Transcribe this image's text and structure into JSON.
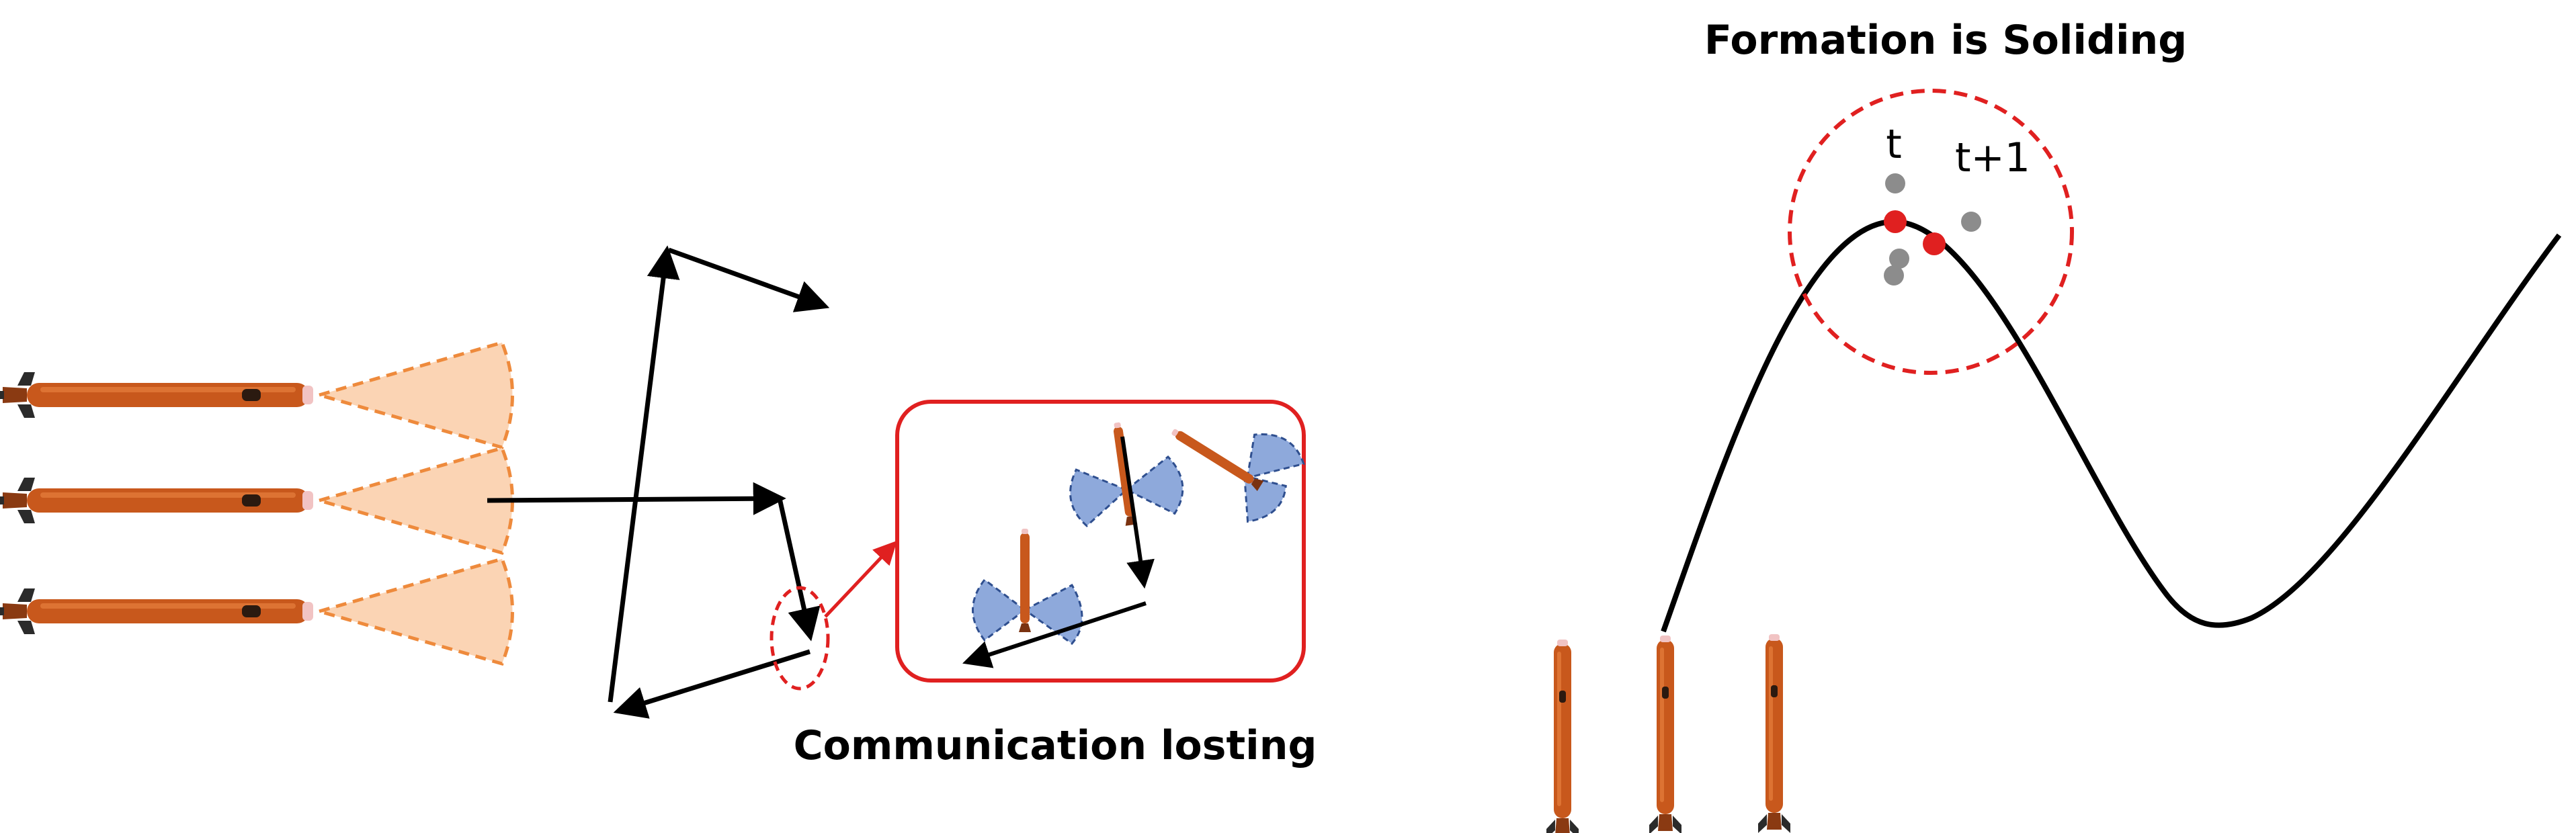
{
  "captions": {
    "communication_losting": "Communication losting",
    "formation_is_soliding": "Formation is Soliding"
  },
  "time_labels": {
    "t": "t",
    "t_plus_1": "t+1"
  },
  "colors": {
    "auv_body": "#c8581c",
    "auv_dark": "#7a3210",
    "sensor_orange_fill": "#fbd4b4",
    "sensor_orange_stroke": "#ee8a3c",
    "sensor_blue_fill": "#8ea9db",
    "sensor_blue_stroke": "#2f4f8f",
    "highlight_red": "#e02020",
    "gray_point": "#8c8c8c",
    "line_black": "#000000"
  },
  "icons": {
    "vehicle": "auv-icon",
    "sensor": "sensor-cone-icon"
  }
}
